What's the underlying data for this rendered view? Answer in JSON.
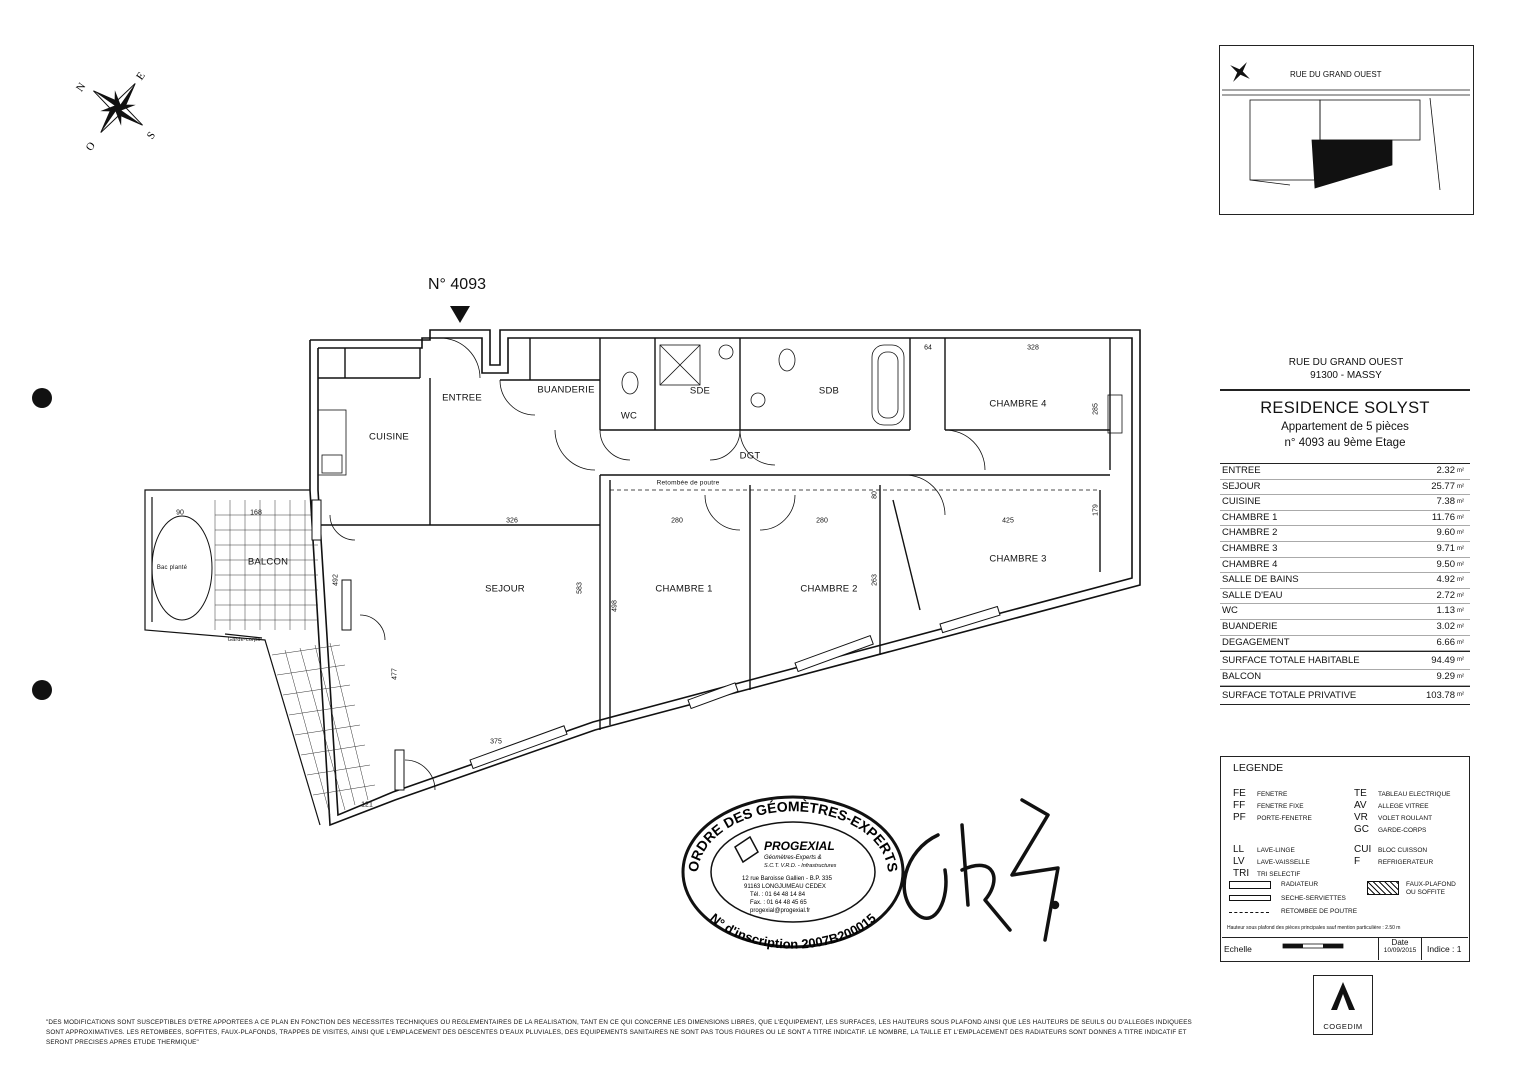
{
  "compass": {
    "n": "N",
    "e": "E",
    "s": "S",
    "o": "O"
  },
  "apartment_marker": "N° 4093",
  "rooms": {
    "entree": "ENTREE",
    "buanderie": "BUANDERIE",
    "cuisine": "CUISINE",
    "wc": "WC",
    "sde": "SDE",
    "sdb": "SDB",
    "dgt": "DGT",
    "chambre4": "CHAMBRE 4",
    "sejour": "SEJOUR",
    "chambre1": "CHAMBRE 1",
    "chambre2": "CHAMBRE 2",
    "chambre3": "CHAMBRE 3",
    "balcon": "BALCON",
    "bac_plante": "Bac planté",
    "garde_corps": "Garde-corps",
    "retombee": "Retombée de poutre"
  },
  "dimensions": {
    "d64": "64",
    "d328": "328",
    "d285": "285",
    "d90": "90",
    "d168": "168",
    "d326": "326",
    "d280a": "280",
    "d280b": "280",
    "d425": "425",
    "d179": "179",
    "d583": "583",
    "d498": "498",
    "d263": "263",
    "d477": "477",
    "d375": "375",
    "d121": "121",
    "d80": "80",
    "d492": "492"
  },
  "inset_map": {
    "street": "RUE DU GRAND OUEST"
  },
  "address": {
    "line1": "RUE DU GRAND OUEST",
    "line2": "91300  -  MASSY"
  },
  "residence": {
    "title": "RESIDENCE SOLYST",
    "line1": "Appartement de 5 pièces",
    "line2": "n° 4093 au 9ème Etage"
  },
  "surfaces": [
    {
      "name": "ENTREE",
      "value": "2.32"
    },
    {
      "name": "SEJOUR",
      "value": "25.77"
    },
    {
      "name": "CUISINE",
      "value": "7.38"
    },
    {
      "name": "CHAMBRE 1",
      "value": "11.76"
    },
    {
      "name": "CHAMBRE 2",
      "value": "9.60"
    },
    {
      "name": "CHAMBRE 3",
      "value": "9.71"
    },
    {
      "name": "CHAMBRE 4",
      "value": "9.50"
    },
    {
      "name": "SALLE DE BAINS",
      "value": "4.92"
    },
    {
      "name": "SALLE D'EAU",
      "value": "2.72"
    },
    {
      "name": "WC",
      "value": "1.13"
    },
    {
      "name": "BUANDERIE",
      "value": "3.02"
    },
    {
      "name": "DEGAGEMENT",
      "value": "6.66"
    }
  ],
  "surface_unit": "m²",
  "totals": {
    "habitable_label": "SURFACE TOTALE HABITABLE",
    "habitable_value": "94.49",
    "balcon_label": "BALCON",
    "balcon_value": "9.29",
    "privative_label": "SURFACE TOTALE PRIVATIVE",
    "privative_value": "103.78"
  },
  "legend": {
    "title": "LEGENDE",
    "left": [
      {
        "code": "FE",
        "desc": "FENETRE"
      },
      {
        "code": "FF",
        "desc": "FENETRE FIXE"
      },
      {
        "code": "PF",
        "desc": "PORTE-FENETRE"
      },
      {
        "code": "LL",
        "desc": "LAVE-LINGE"
      },
      {
        "code": "LV",
        "desc": "LAVE-VAISSELLE"
      },
      {
        "code": "TRI",
        "desc": "TRI SELECTIF"
      }
    ],
    "right": [
      {
        "code": "TE",
        "desc": "TABLEAU ELECTRIQUE"
      },
      {
        "code": "AV",
        "desc": "ALLEGE VITREE"
      },
      {
        "code": "VR",
        "desc": "VOLET ROULANT"
      },
      {
        "code": "GC",
        "desc": "GARDE-CORPS"
      },
      {
        "code": "CUI",
        "desc": "BLOC CUISSON"
      },
      {
        "code": "F",
        "desc": "REFRIGERATEUR"
      }
    ],
    "radiateur": "RADIATEUR",
    "seche": "SECHE-SERVIETTES",
    "retombee": "RETOMBEE DE POUTRE",
    "faux_plafond": "FAUX-PLAFOND",
    "soffite": "OU SOFFITE",
    "hauteur_note": "Hauteur sous plafond des pièces principales sauf mention particulière : 2.50 m",
    "echelle": "Echelle",
    "date_label": "Date",
    "date_value": "10/09/2015",
    "indice": "Indice : 1"
  },
  "stamp": {
    "ring_top": "ORDRE DES GÉOMÈTRES-EXPERTS",
    "ring_bottom": "N° d'inscription 2007B200015",
    "company": "PROGEXIAL",
    "line1": "Géomètres-Experts &",
    "line2": "S.C.T. V.R.D. - Infrastructures",
    "addr1": "12 rue Baroisse Gallien - B.P. 335",
    "addr2": "91163 LONGJUMEAU CEDEX",
    "tel": "Tél. : 01 64 48 14 84",
    "fax": "Fax. : 01 64 48 45 65",
    "email": "progexial@progexial.fr"
  },
  "logo": {
    "name": "COGEDIM"
  },
  "disclaimer": "\"DES MODIFICATIONS SONT SUSCEPTIBLES D'ETRE APPORTEES A CE PLAN EN FONCTION DES NECESSITES TECHNIQUES OU REGLEMENTAIRES DE LA REALISATION, TANT EN CE QUI CONCERNE LES DIMENSIONS LIBRES, QUE L'EQUIPEMENT, LES SURFACES, LES HAUTEURS SOUS PLAFOND AINSI QUE LES HAUTEURS DE SEUILS OU D'ALLEGES INDIQUEES SONT APPROXIMATIVES. LES RETOMBEES, SOFFITES, FAUX-PLAFONDS, TRAPPES DE VISITES, AINSI QUE L'EMPLACEMENT DES DESCENTES D'EAUX PLUVIALES, DES EQUIPEMENTS SANITAIRES NE SONT PAS TOUS FIGURES OU LE SONT A TITRE INDICATIF. LE NOMBRE, LA TAILLE ET L'EMPLACEMENT DES RADIATEURS SONT DONNES A TITRE INDICATIF ET SERONT PRECISES APRES ETUDE THERMIQUE\""
}
